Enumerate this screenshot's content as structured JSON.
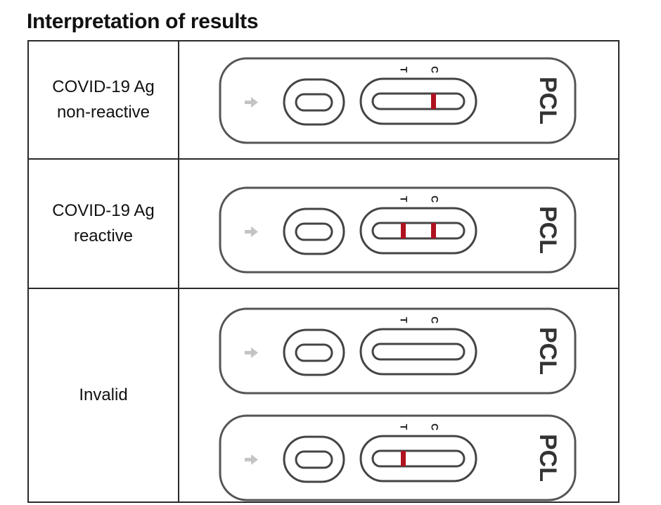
{
  "title": "Interpretation of results",
  "colors": {
    "device_outline": "#555555",
    "line_red": "#b0121f",
    "arrow": "#c4c4c4"
  },
  "device": {
    "brand": "PCL",
    "marker_test": "T",
    "marker_control": "C",
    "icon": "arrow-right-icon"
  },
  "rows": [
    {
      "label_line1": "COVID-19 Ag",
      "label_line2": "non-reactive",
      "devices": [
        {
          "test_line": false,
          "control_line": true
        }
      ]
    },
    {
      "label_line1": "COVID-19 Ag",
      "label_line2": "reactive",
      "devices": [
        {
          "test_line": true,
          "control_line": true
        }
      ]
    },
    {
      "label_line1": "Invalid",
      "devices": [
        {
          "test_line": false,
          "control_line": false
        },
        {
          "test_line": true,
          "control_line": false
        }
      ]
    }
  ]
}
